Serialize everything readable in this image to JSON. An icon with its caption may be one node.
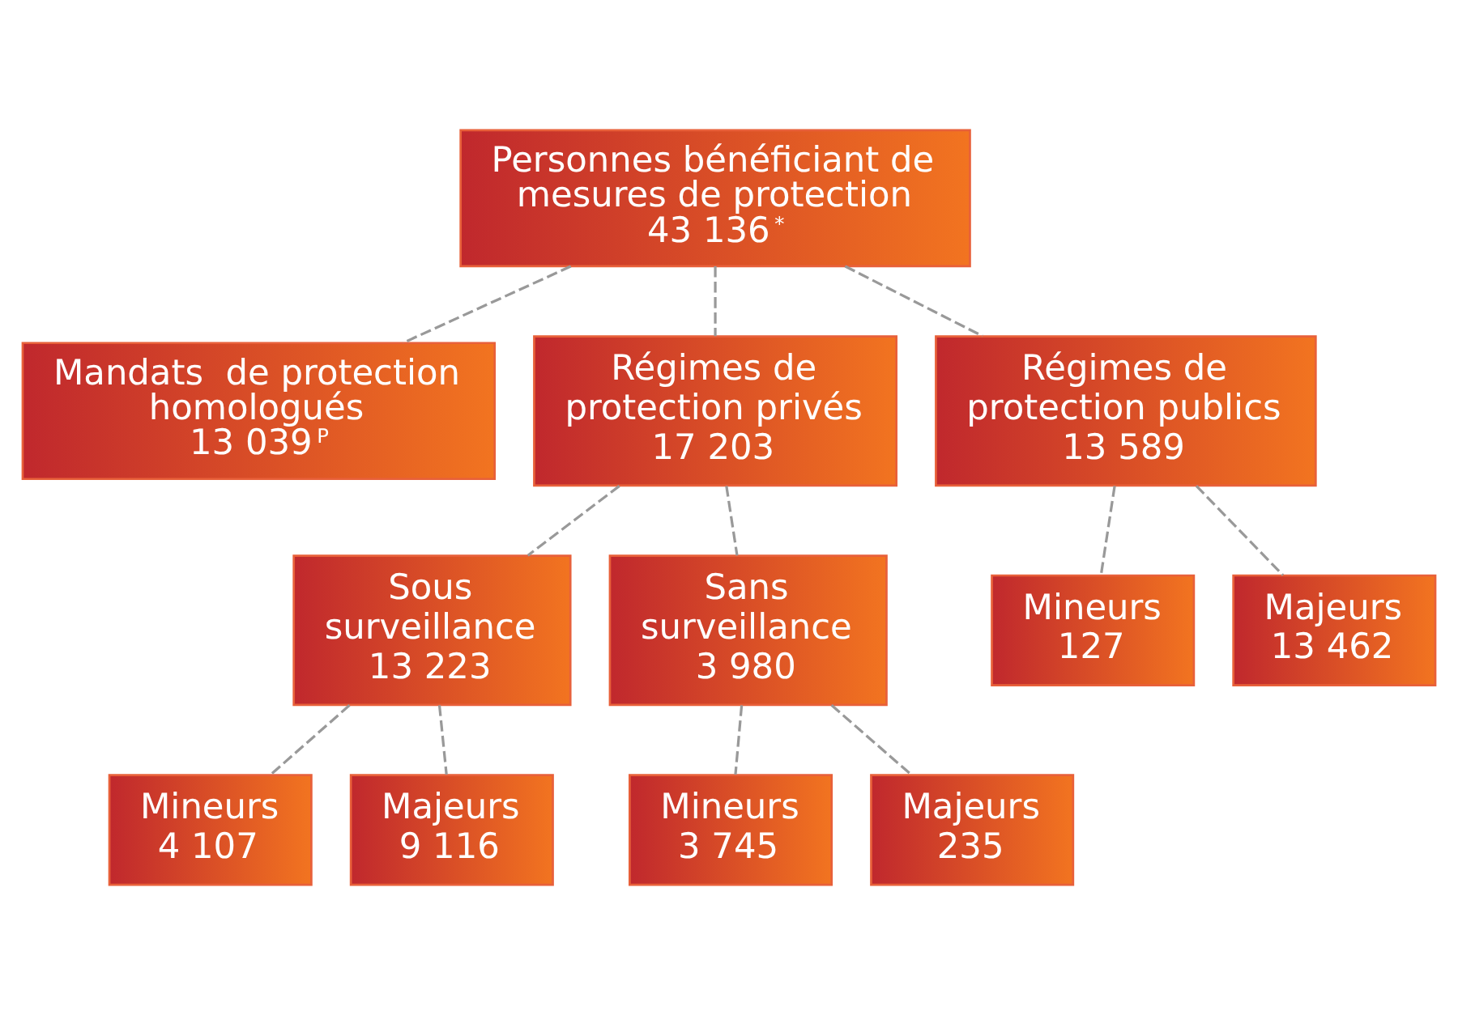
{
  "diagram": {
    "nodes": [
      {
        "text": [
          "Personnes bénéficiant de mesures de protection 43 136$^{*}$"
        ]
      },
      {
        "text": [
          "Mandats  de protection homologués 13 039$^{P}$"
        ]
      },
      {
        "text": [
          "Régimes de protection privés 17 203"
        ]
      },
      {
        "text": [
          "Régimes de protection publics 13 589"
        ]
      },
      {
        "text": [
          "Sous surveillance 13 223"
        ]
      },
      {
        "text": [
          "Sans surveillance 3 980"
        ]
      },
      {
        "text": [
          "Mineurs 4 107"
        ]
      },
      {
        "text": [
          "Majeurs 9 116"
        ]
      },
      {
        "text": [
          "Mineurs 3 745"
        ]
      },
      {
        "text": [
          "Majeurs 235"
        ]
      },
      {
        "text": [
          "Mineurs 127"
        ]
      },
      {
        "text": [
          "Majeurs 13 462"
        ]
      }
    ],
    "edges": [
      {
        "from": 0,
        "to": 1,
        "arrow": "none",
        "style": "dashed"
      },
      {
        "from": 0,
        "to": 2,
        "arrow": "none",
        "style": "dashed"
      },
      {
        "from": 0,
        "to": 3,
        "arrow": "none",
        "style": "dashed"
      },
      {
        "from": 2,
        "to": 4,
        "arrow": "none",
        "style": "dashed"
      },
      {
        "from": 2,
        "to": 5,
        "arrow": "none",
        "style": "dashed"
      },
      {
        "from": 4,
        "to": 6,
        "arrow": "none",
        "style": "dashed"
      },
      {
        "from": 4,
        "to": 7,
        "arrow": "none",
        "style": "dashed"
      },
      {
        "from": 5,
        "to": 8,
        "arrow": "none",
        "style": "dashed"
      },
      {
        "from": 5,
        "to": 9,
        "arrow": "none",
        "style": "dashed"
      },
      {
        "from": 3,
        "to": 10,
        "arrow": "none",
        "style": "dashed"
      },
      {
        "from": 3,
        "to": 11,
        "arrow": "none",
        "style": "dashed"
      }
    ]
  }
}
